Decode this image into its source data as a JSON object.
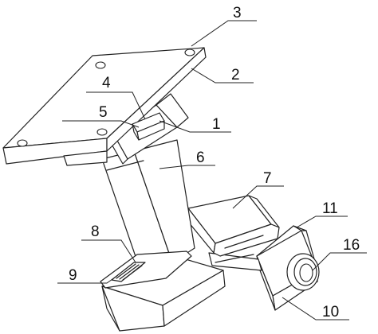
{
  "callouts": {
    "c1": "1",
    "c2": "2",
    "c3": "3",
    "c4": "4",
    "c5": "5",
    "c6": "6",
    "c7": "7",
    "c8": "8",
    "c9": "9",
    "c10": "10",
    "c11": "11",
    "c16": "16"
  },
  "colors": {
    "line": "#222222",
    "background": "#ffffff"
  }
}
